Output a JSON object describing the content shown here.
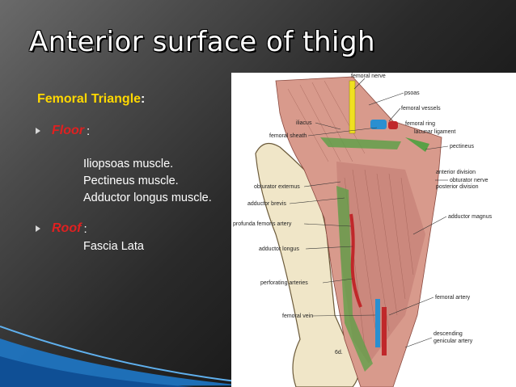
{
  "slide": {
    "title": "Anterior surface of thigh",
    "subtitle": "Femoral Triangle",
    "subtitle_colon": ":",
    "floor": {
      "label": "Floor",
      "colon": ":",
      "items": [
        "Iliopsoas muscle.",
        "Pectineus muscle.",
        "Adductor longus muscle."
      ]
    },
    "roof": {
      "label": "Roof",
      "colon": " :",
      "items": [
        "Fascia Lata"
      ]
    }
  },
  "figure": {
    "labels": {
      "femoral_nerve": "femoral nerve",
      "psoas": "psoas",
      "femoral_vessels": "femoral vessels",
      "iliacus": "iliacus",
      "femoral_ring": "femoral ring",
      "lacunar_ligament": "lacunar ligament",
      "femoral_sheath": "femoral sheath",
      "pectineus": "pectineus",
      "anterior_division": "anterior division",
      "obturator_nerve": "obturator nerve",
      "obturator_externus": "obturator externus",
      "posterior_division": "posterior division",
      "adductor_brevis": "adductor brevis",
      "profunda_femoris_artery": "profunda femoris artery",
      "adductor_magnus": "adductor magnus",
      "adductor_longus": "adductor longus",
      "perforating_arteries": "perforating arteries",
      "femoral_artery": "femoral artery",
      "femoral_vein": "femoral vein",
      "descending_genicular_artery_1": "descending",
      "descending_genicular_artery_2": "genicular artery",
      "signature": "6d."
    }
  },
  "colors": {
    "title": "#ffffff",
    "subtitle": "#ffd800",
    "bullet_heading": "#e02020",
    "muscle": "#d89a8c",
    "bone": "#f0e6c8",
    "artery": "#c0282a",
    "vein": "#2a8fd0",
    "nerve": "#f0e020",
    "fascia": "#5aa046",
    "deco_blue": "#1e78c8"
  }
}
